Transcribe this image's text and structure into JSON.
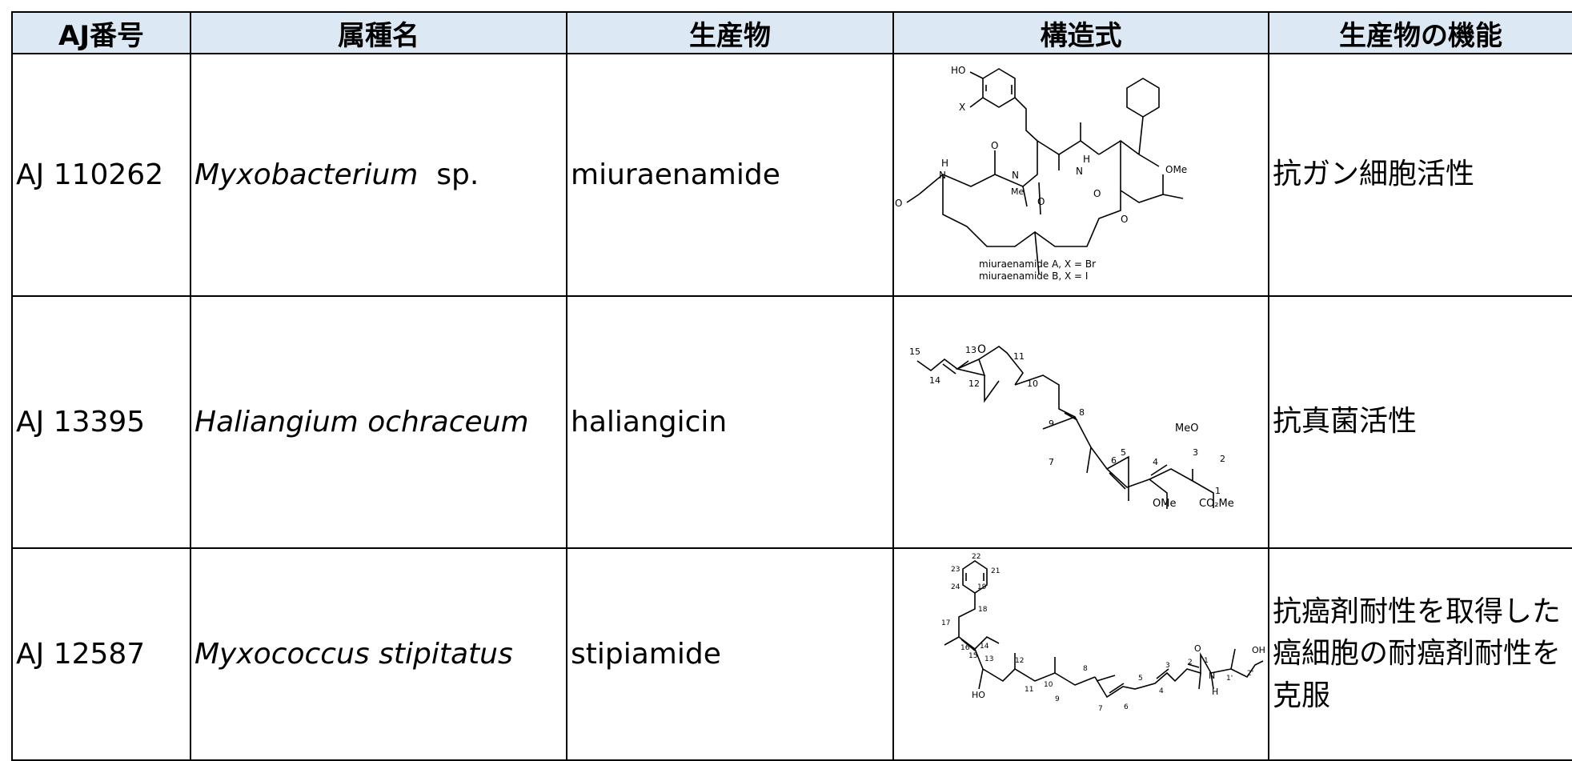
{
  "headers": [
    "AJ番号",
    "属種名",
    "生産物",
    "構造式",
    "生産物の機能"
  ],
  "rows": [
    {
      "aj": "AJ 110262",
      "genus": "Myxobacterium",
      "species": "sp.",
      "product": "miuraenamide",
      "labels": [
        "HO",
        "X",
        "H",
        "N",
        "O",
        "N",
        "Me",
        "O",
        "N",
        "H",
        "OMe",
        "O",
        "O",
        "O"
      ],
      "captions": [
        "miuraenamide A, X = Br",
        "miuraenamide B, X = I"
      ],
      "function_lines": [
        "抗ガン細胞活性"
      ]
    },
    {
      "aj": "AJ 13395",
      "genus": "Haliangium ochraceum",
      "species": "",
      "product": "haliangicin",
      "labels": [
        "15",
        "14",
        "13",
        "O",
        "12",
        "11",
        "10",
        "9",
        "8",
        "7",
        "6",
        "5",
        "4",
        "3",
        "2",
        "1",
        "MeO",
        "OMe",
        "CO₂Me"
      ],
      "captions": [],
      "function_lines": [
        "抗真菌活性"
      ]
    },
    {
      "aj": "AJ 12587",
      "genus": "Myxococcus stipitatus",
      "species": "",
      "product": "stipiamide",
      "labels": [
        "22",
        "23",
        "21",
        "24",
        "19",
        "18",
        "17",
        "16",
        "15",
        "14",
        "13",
        "HO",
        "12",
        "11",
        "10",
        "9",
        "8",
        "7",
        "6",
        "5",
        "4",
        "3",
        "2",
        "1",
        "O",
        "N",
        "H",
        "1'",
        "2'",
        "OH"
      ],
      "captions": [],
      "function_lines": [
        "抗癌剤耐性を取得した",
        "癌細胞の耐癌剤耐性を",
        "克服"
      ]
    }
  ]
}
